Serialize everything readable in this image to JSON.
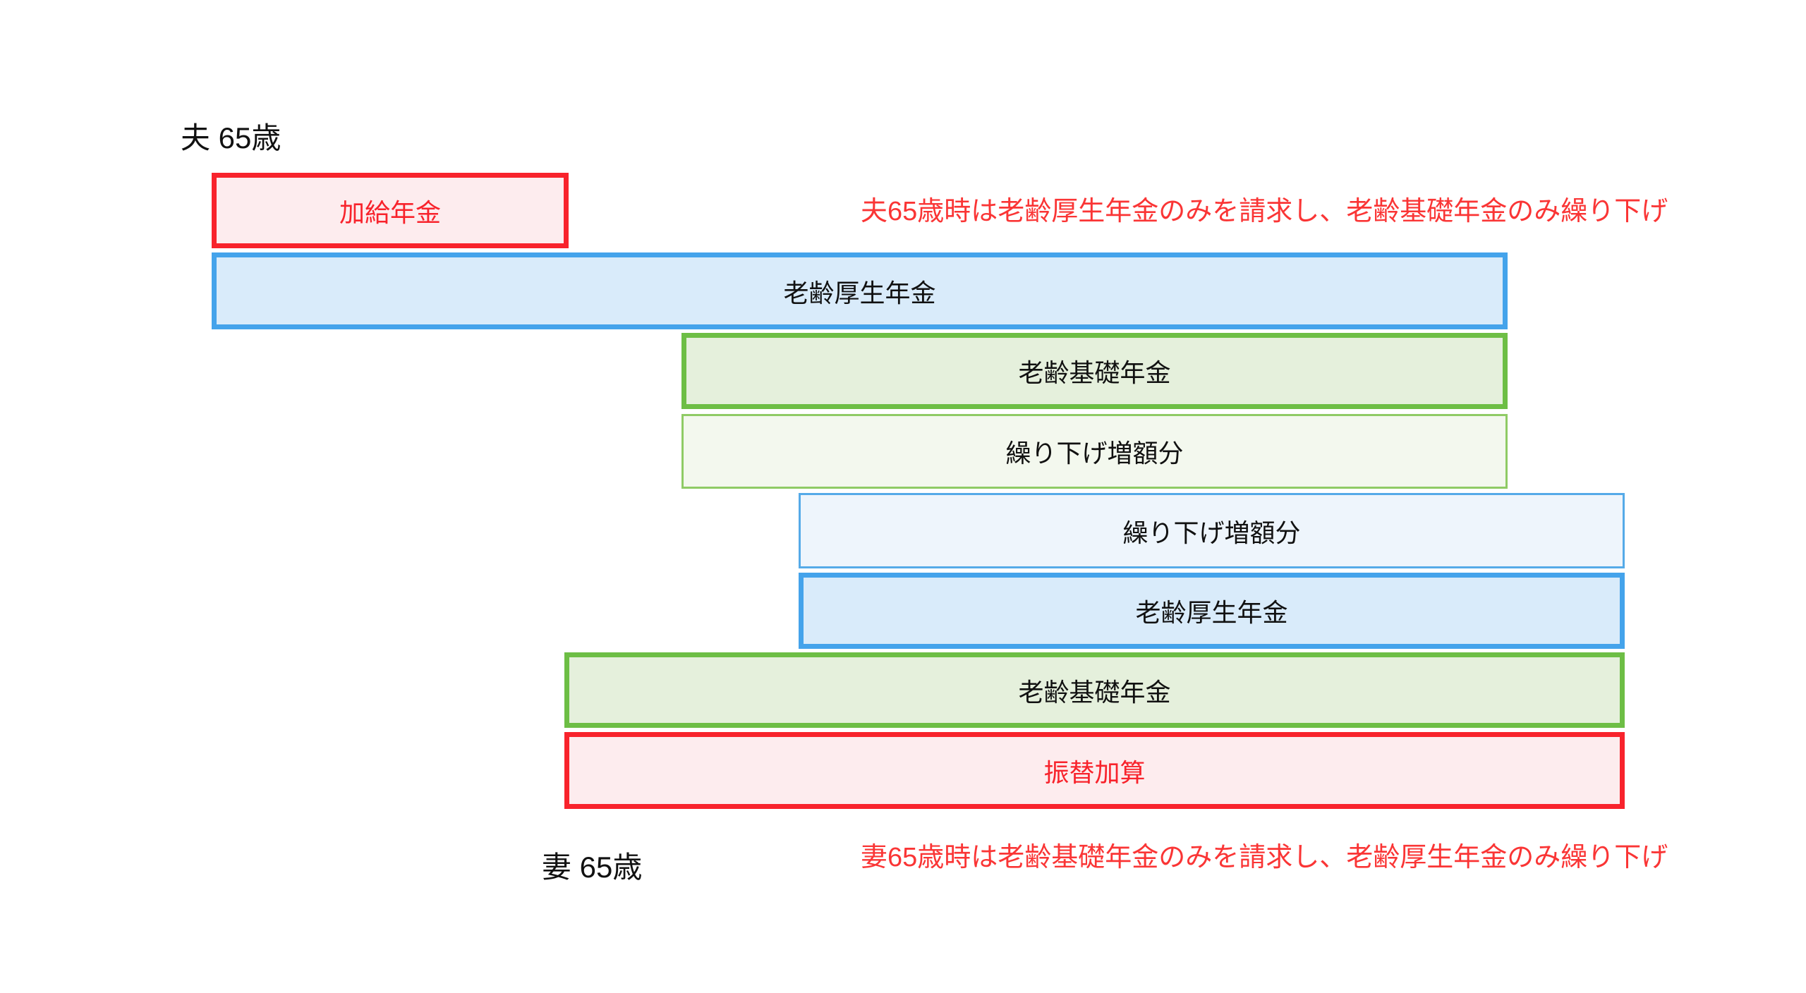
{
  "diagram": {
    "title_implicit": "Pension claiming / deferral timing diagram for husband and wife",
    "background_color": "#FFFFFF"
  },
  "labels": {
    "husband_age": "夫 65歳",
    "wife_age": "妻 65歳"
  },
  "annotations": {
    "husband": "夫65歳時は老齢厚生年金のみを請求し、老齢基礎年金のみ繰り下げ",
    "wife": "妻65歳時は老齢基礎年金のみを請求し、老齢厚生年金のみ繰り下げ",
    "text_color": "#FA3535"
  },
  "bars": [
    {
      "label": "加給年金",
      "person": "husband",
      "style": "red-thick",
      "border_color": "#F8232C",
      "fill_color": "#FDECEE",
      "text_color": "#F8232C"
    },
    {
      "label": "老齢厚生年金",
      "person": "husband",
      "style": "blue-thick",
      "border_color": "#44A3EB",
      "fill_color": "#D9EBFA",
      "text_color": "#111111"
    },
    {
      "label": "老齢基礎年金",
      "person": "husband",
      "style": "green-thick",
      "border_color": "#6DBE45",
      "fill_color": "#E5F0DC",
      "text_color": "#111111"
    },
    {
      "label": "繰り下げ増額分",
      "person": "husband",
      "style": "green-thin",
      "border_color": "#8FCB65",
      "fill_color": "#F3F8EE",
      "text_color": "#111111"
    },
    {
      "label": "繰り下げ増額分",
      "person": "wife",
      "style": "blue-thin",
      "border_color": "#55AAE8",
      "fill_color": "#EEF5FC",
      "text_color": "#111111"
    },
    {
      "label": "老齢厚生年金",
      "person": "wife",
      "style": "blue-thick",
      "border_color": "#44A3EB",
      "fill_color": "#D9EBFA",
      "text_color": "#111111"
    },
    {
      "label": "老齢基礎年金",
      "person": "wife",
      "style": "green-thick",
      "border_color": "#6DBE45",
      "fill_color": "#E5F0DC",
      "text_color": "#111111"
    },
    {
      "label": "振替加算",
      "person": "wife",
      "style": "red-thick",
      "border_color": "#F8232C",
      "fill_color": "#FDECEE",
      "text_color": "#F8232C"
    }
  ]
}
